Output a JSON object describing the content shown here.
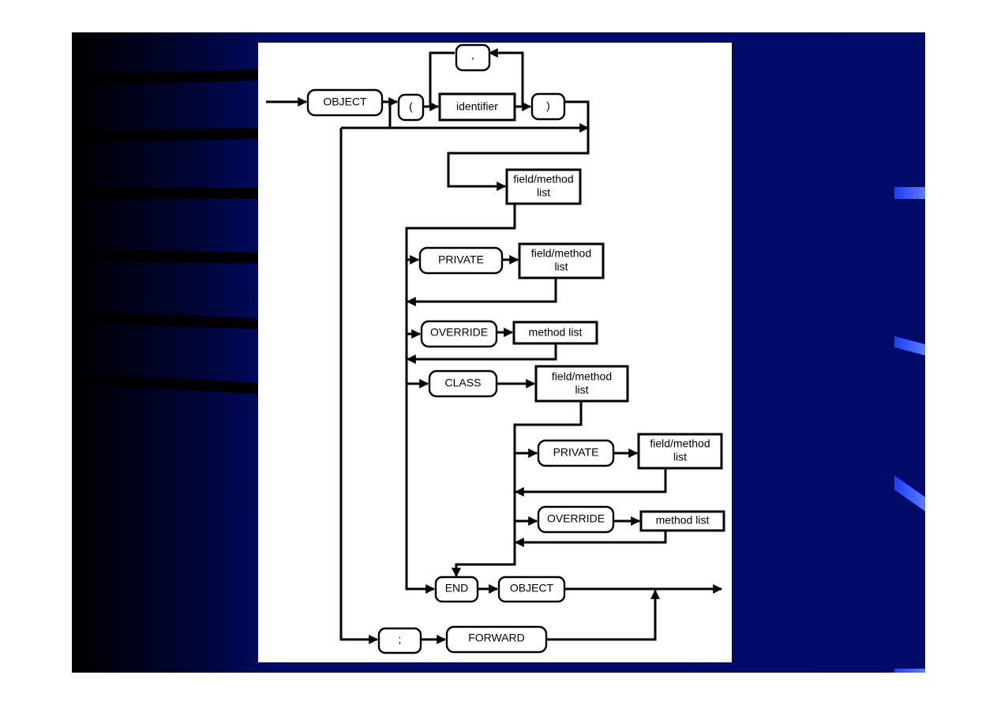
{
  "diagram": {
    "keywords": {
      "object_start": "OBJECT",
      "open_paren": "(",
      "comma": ",",
      "close_paren": ")",
      "private_1": "PRIVATE",
      "override_1": "OVERRIDE",
      "class": "CLASS",
      "private_2": "PRIVATE",
      "override_2": "OVERRIDE",
      "end": "END",
      "object_end": "OBJECT",
      "semicolon": ";",
      "forward": "FORWARD"
    },
    "nonterminals": {
      "identifier": "identifier",
      "field_method_list_1": "field/method\nlist",
      "field_method_list_2": "field/method\nlist",
      "method_list_1": "method list",
      "field_method_list_3": "field/method\nlist",
      "field_method_list_4": "field/method\nlist",
      "method_list_2": "method list"
    }
  }
}
